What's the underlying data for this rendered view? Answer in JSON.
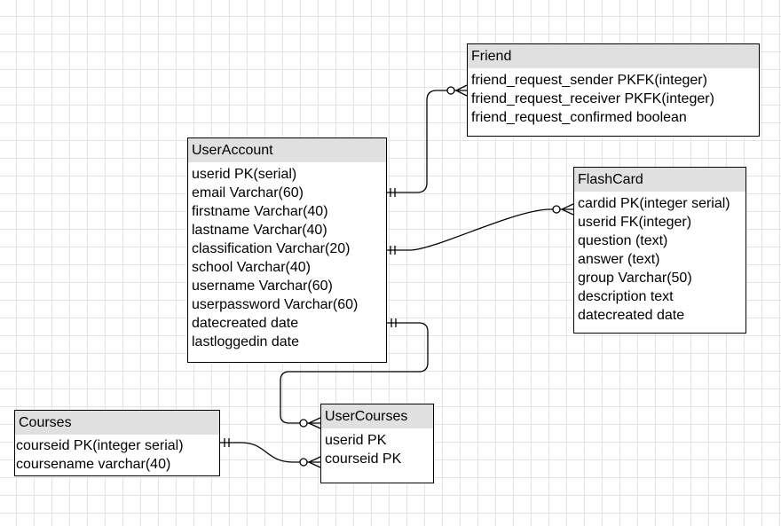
{
  "entities": {
    "friend": {
      "title": "Friend",
      "fields": [
        "friend_request_sender PKFK(integer)",
        "friend_request_receiver PKFK(integer)",
        "friend_request_confirmed boolean"
      ]
    },
    "useraccount": {
      "title": "UserAccount",
      "fields": [
        "userid PK(serial)",
        "email Varchar(60)",
        "firstname Varchar(40)",
        "lastname Varchar(40)",
        "classification Varchar(20)",
        "school Varchar(40)",
        "username Varchar(60)",
        "userpassword Varchar(60)",
        "datecreated date",
        "lastloggedin date"
      ]
    },
    "flashcard": {
      "title": "FlashCard",
      "fields": [
        "cardid PK(integer serial)",
        "userid FK(integer)",
        "question (text)",
        "answer (text)",
        "group Varchar(50)",
        "description text",
        "datecreated date"
      ]
    },
    "courses": {
      "title": "Courses",
      "fields": [
        "courseid PK(integer serial)",
        "coursename varchar(40)"
      ]
    },
    "usercourses": {
      "title": "UserCourses",
      "fields": [
        "userid PK",
        "courseid PK"
      ]
    }
  },
  "relationships": [
    {
      "from": "useraccount",
      "to": "friend",
      "from_cardinality": "one-and-only-one",
      "to_cardinality": "zero-or-many"
    },
    {
      "from": "useraccount",
      "to": "flashcard",
      "from_cardinality": "one-and-only-one",
      "to_cardinality": "zero-or-many"
    },
    {
      "from": "useraccount",
      "to": "usercourses",
      "from_cardinality": "one-and-only-one",
      "to_cardinality": "zero-or-many"
    },
    {
      "from": "courses",
      "to": "usercourses",
      "from_cardinality": "one-and-only-one",
      "to_cardinality": "zero-or-many"
    }
  ],
  "colors": {
    "header_fill": "#e0e0e0",
    "border": "#000000",
    "grid": "#e4e4e4"
  }
}
